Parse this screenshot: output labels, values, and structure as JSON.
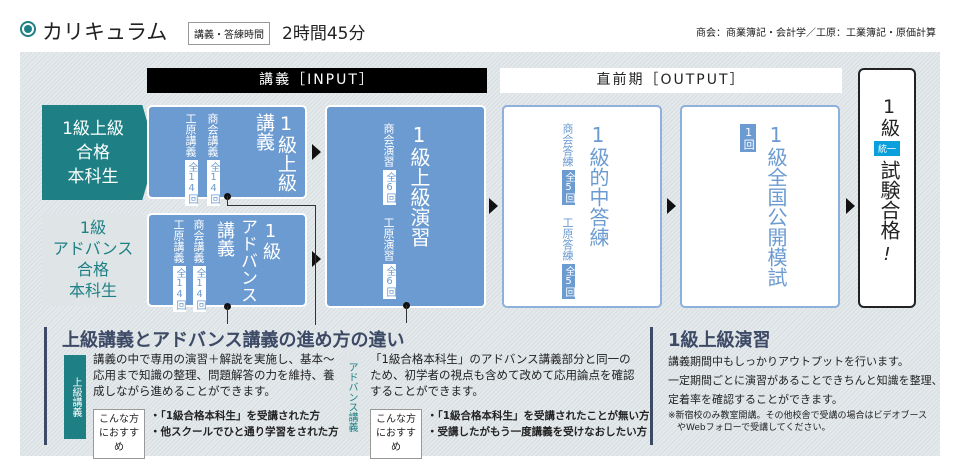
{
  "header": {
    "title": "カリキュラム",
    "badge": "講義・答練時間",
    "duration": "2時間45分",
    "note": "商会：商業簿記・会計学／工原：工業簿記・原価計算"
  },
  "phases": {
    "input": "講義［INPUT］",
    "output": "直前期［OUTPUT］"
  },
  "targets": [
    {
      "label_lines": [
        "1級上級",
        "合格",
        "本科生"
      ]
    },
    {
      "label_lines": [
        "1級",
        "アドバンス",
        "合格",
        "本科生"
      ]
    }
  ],
  "courses": {
    "upper": {
      "title": "1級上級講義",
      "sub": [
        {
          "name": "工原講義",
          "count": "全14回"
        },
        {
          "name": "商会講義",
          "count": "全14回"
        }
      ]
    },
    "advance": {
      "title": "1級アドバンス講義",
      "title_a": "1級",
      "title_b": "アドバンス",
      "title_c": "講義",
      "sub": [
        {
          "name": "工原講義",
          "count": "全14回"
        },
        {
          "name": "商会講義",
          "count": "全14回"
        }
      ]
    },
    "exercise": {
      "title": "1級上級演習",
      "sub": [
        {
          "name": "商会演習",
          "count": "全6回"
        },
        {
          "name": "工原演習",
          "count": "全6回"
        }
      ]
    },
    "mock": {
      "title": "1級的中答練",
      "sub": [
        {
          "name": "商会答練",
          "count": "全5回"
        },
        {
          "name": "工原答練",
          "count": "全5回"
        }
      ]
    },
    "national": {
      "title": "1級全国公開模試",
      "count": "1回"
    },
    "goal": {
      "top": "1級",
      "badge": "統一",
      "bottom": "試験合格",
      "mark": "!"
    }
  },
  "compare": {
    "title": "上級講義とアドバンス講義の進め方の違い",
    "upper": {
      "tag": "上級講義",
      "text": "講義の中で専用の演習＋解説を実施し、基本〜応用まで知識の整理、問題解答の力を維持、養成しながら進めることができます。",
      "rec": "こんな方におすすめ",
      "bullets": [
        "・「1級合格本科生」を受講された方",
        "・他スクールでひと通り学習をされた方"
      ]
    },
    "advance": {
      "tag": "アドバンス講義",
      "text": "「1級合格本科生」のアドバンス講義部分と同一のため、初学者の視点も含めて改めて応用論点を確認することができます。",
      "rec": "こんな方におすすめ",
      "bullets": [
        "・「1級合格本科生」を受講されたことが無い方",
        "・受講したがもう一度講義を受けなおしたい方"
      ]
    }
  },
  "exercise_info": {
    "title": "1級上級演習",
    "lines": [
      "講義期間中もしっかりアウトプットを行います。",
      "一定期間ごとに演習があることできちんと知識を整理、",
      "定着率を確認することができます。"
    ],
    "notes": [
      "※新宿校のみ教室開講。その他校舎で受講の場合はビデオブース",
      "　やWebフォローで受講してください。"
    ]
  },
  "colors": {
    "teal": "#1e8085",
    "blue": "#6b9bd1",
    "navy": "#3d4a66",
    "cyan": "#0aa0dc"
  }
}
